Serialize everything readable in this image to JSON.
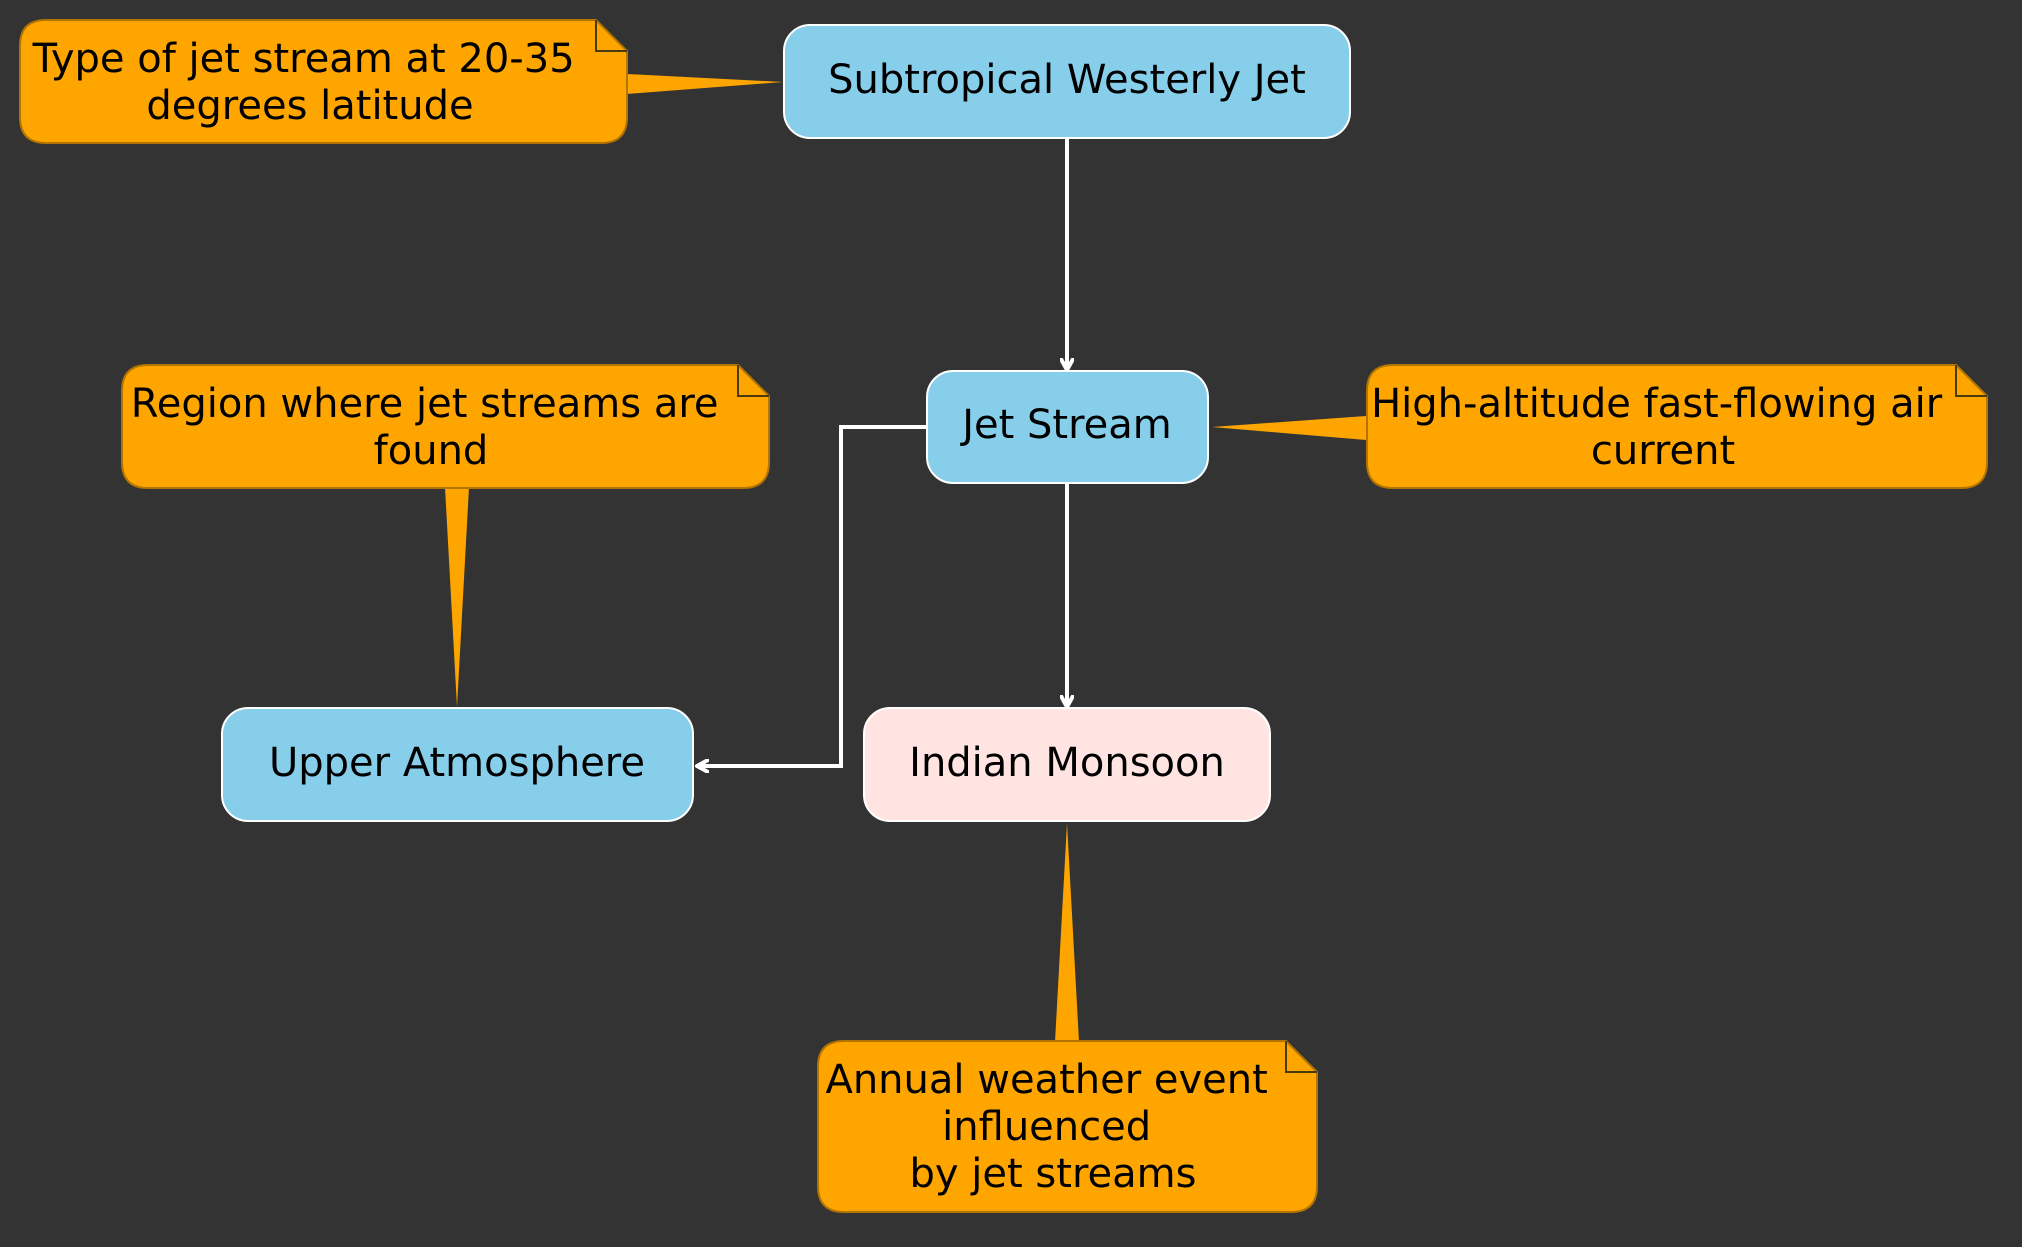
{
  "diagram": {
    "background": "#333333",
    "nodes": {
      "subtropical_jet": {
        "label": "Subtropical Westerly Jet",
        "fill": "#87CEEB"
      },
      "jet_stream": {
        "label": "Jet Stream",
        "fill": "#87CEEB"
      },
      "upper_atmosphere": {
        "label": "Upper Atmosphere",
        "fill": "#87CEEB"
      },
      "indian_monsoon": {
        "label": "Indian Monsoon",
        "fill": "#FFE4E1"
      }
    },
    "notes": {
      "subtropical_jet": {
        "lines": [
          "Type of jet stream at 20-35",
          "degrees latitude"
        ]
      },
      "jet_stream": {
        "lines": [
          "High-altitude fast-flowing air",
          "current"
        ]
      },
      "upper_atmosphere": {
        "lines": [
          "Region where jet streams are",
          "found"
        ]
      },
      "indian_monsoon": {
        "lines": [
          "Annual weather event",
          "influenced",
          "by jet streams"
        ]
      }
    },
    "note_fill": "#FFA500",
    "edge_color": "#FFFFFF",
    "edges": [
      {
        "from": "Subtropical Westerly Jet",
        "to": "Jet Stream"
      },
      {
        "from": "Jet Stream",
        "to": "Upper Atmosphere"
      },
      {
        "from": "Jet Stream",
        "to": "Indian Monsoon"
      }
    ]
  }
}
